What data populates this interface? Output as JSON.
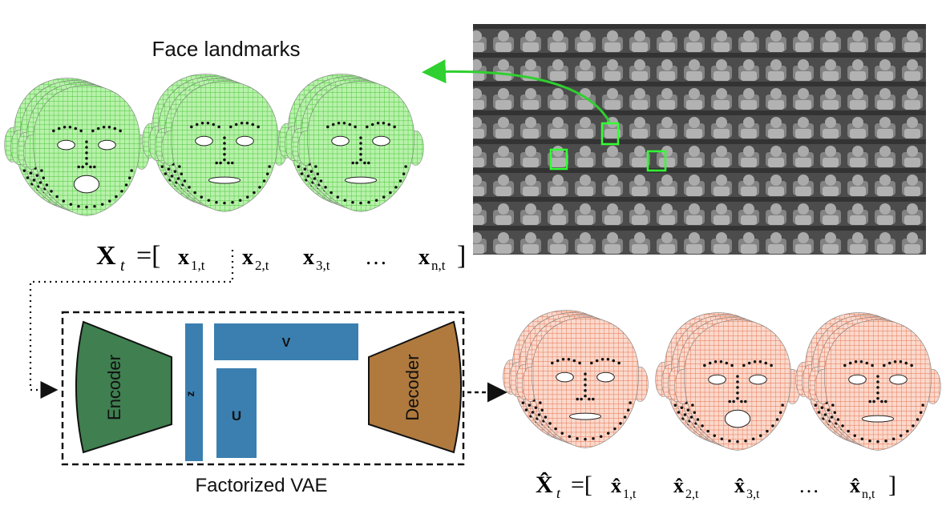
{
  "labels": {
    "face_landmarks": "Face landmarks",
    "factorized_vae": "Factorized VAE",
    "encoder": "Encoder",
    "decoder": "Decoder",
    "z": "z",
    "v": "V",
    "u": "U"
  },
  "input_equation": {
    "lhs": "X",
    "lhs_sub": "t",
    "eq": "=[",
    "terms": [
      {
        "base": "x",
        "sub": "1,t"
      },
      {
        "base": "x",
        "sub": "2,t"
      },
      {
        "base": "x",
        "sub": "3,t"
      },
      {
        "base": "…",
        "sub": ""
      },
      {
        "base": "x",
        "sub": "n,t"
      }
    ],
    "close": "]"
  },
  "output_equation": {
    "lhs": "X̂",
    "lhs_sub": "t",
    "eq": "=[",
    "terms": [
      {
        "base": "x̂",
        "sub": "1,t"
      },
      {
        "base": "x̂",
        "sub": "2,t"
      },
      {
        "base": "x̂",
        "sub": "3,t"
      },
      {
        "base": "…",
        "sub": ""
      },
      {
        "base": "x̂",
        "sub": "n,t"
      }
    ],
    "close": "]"
  },
  "colors": {
    "green_face": "#6fdc5a",
    "orange_face": "#ef8a6a",
    "encoder": "#3f7f50",
    "decoder": "#b07a3e",
    "latent_blue": "#3b7fb0",
    "highlight_box": "#33ff33",
    "audience_bg": "#6b6b6b"
  },
  "icons": {
    "arrow": "arrow-icon",
    "face": "face-mesh-icon"
  }
}
